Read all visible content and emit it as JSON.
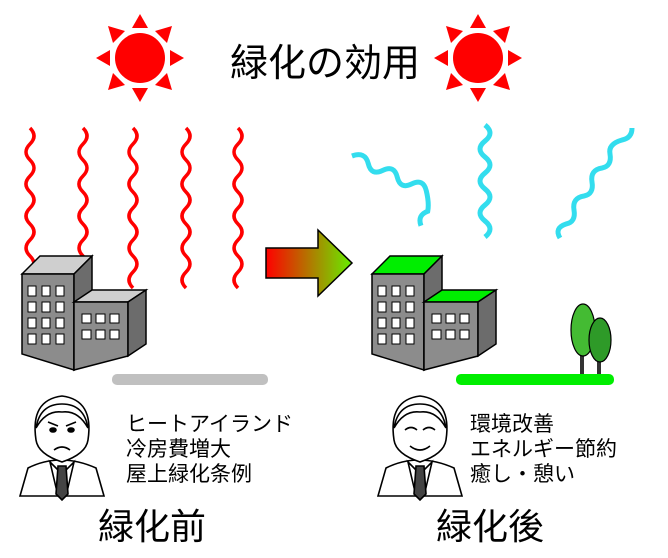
{
  "title": "緑化の効用",
  "before": {
    "caption": "緑化前",
    "effects": [
      "ヒートアイランド",
      "冷房費増大",
      "屋上緑化条例"
    ]
  },
  "after": {
    "caption": "緑化後",
    "effects": [
      "環境改善",
      "エネルギー節約",
      "癒し・憩い"
    ]
  },
  "colors": {
    "sun": "#ff0000",
    "heat_waves": "#ff0000",
    "cool_waves": "#33ddee",
    "arrow_start": "#ff0000",
    "arrow_end": "#66ee00",
    "green_roof": "#00ee00",
    "ground_before": "#c0c0c0",
    "ground_after": "#00ee00",
    "building": "#8c8c8c",
    "tree": "#44bb33"
  },
  "icons": [
    "sun-icon",
    "heat-wave-icon",
    "cool-wave-icon",
    "building-icon",
    "green-roof-building-icon",
    "tree-icon",
    "person-frowning-icon",
    "person-smiling-icon",
    "right-arrow-icon"
  ]
}
